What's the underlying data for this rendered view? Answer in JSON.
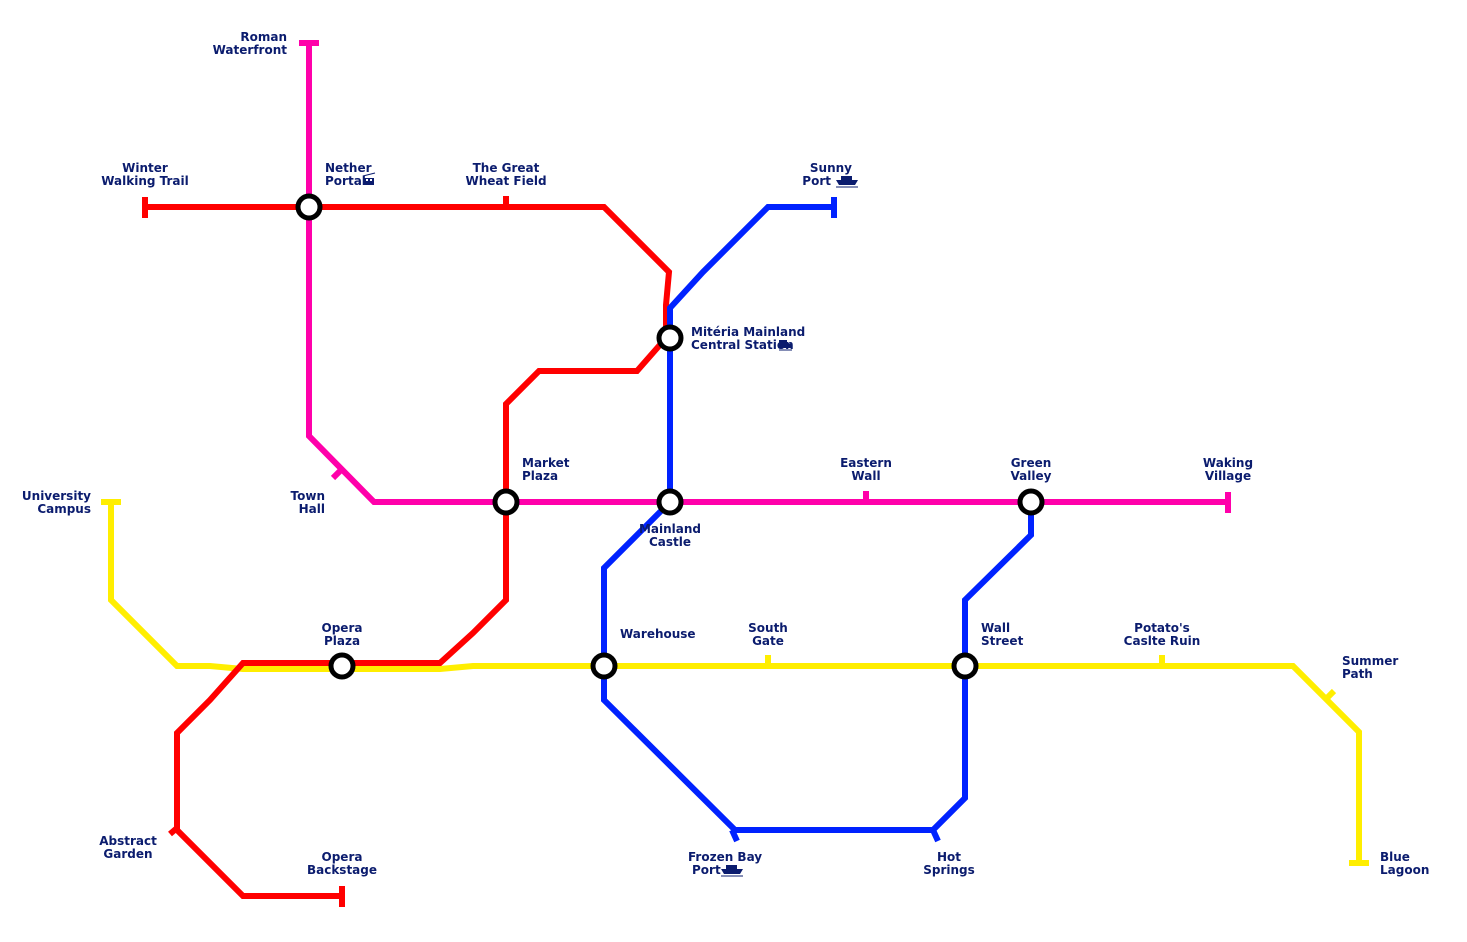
{
  "colors": {
    "red": "#ff0000",
    "magenta": "#ff00aa",
    "blue": "#0022ff",
    "yellow": "#ffee00",
    "text": "#0b1c6e"
  },
  "stations": {
    "roman_waterfront": [
      "Roman",
      "Waterfront"
    ],
    "winter_walking_trail": [
      "Winter",
      "Walking Trail"
    ],
    "nether_portal": [
      "Nether",
      "Portal"
    ],
    "great_wheat_field": [
      "The Great",
      "Wheat Field"
    ],
    "sunny_port": [
      "Sunny",
      "Port"
    ],
    "central_station": [
      "Mitéria Mainland",
      "Central Station"
    ],
    "university_campus": [
      "University",
      "Campus"
    ],
    "town_hall": [
      "Town",
      "Hall"
    ],
    "market_plaza": [
      "Market",
      "Plaza"
    ],
    "mainland_castle": [
      "Mainland",
      "Castle"
    ],
    "eastern_wall": [
      "Eastern",
      "Wall"
    ],
    "green_valley": [
      "Green",
      "Valley"
    ],
    "waking_village": [
      "Waking",
      "Village"
    ],
    "opera_plaza": [
      "Opera",
      "Plaza"
    ],
    "warehouse": [
      "Warehouse"
    ],
    "south_gate": [
      "South",
      "Gate"
    ],
    "wall_street": [
      "Wall",
      "Street"
    ],
    "potatos_castle_ruin": [
      "Potato's",
      "Caslte Ruin"
    ],
    "summer_path": [
      "Summer",
      "Path"
    ],
    "abstract_garden": [
      "Abstract",
      "Garden"
    ],
    "opera_backstage": [
      "Opera",
      "Backstage"
    ],
    "frozen_bay_port": [
      "Frozen Bay",
      "Port"
    ],
    "hot_springs": [
      "Hot",
      "Springs"
    ],
    "blue_lagoon": [
      "Blue",
      "Lagoon"
    ]
  },
  "icons": {
    "nether_portal": "cable-car-icon",
    "sunny_port": "ferry-icon",
    "central_station": "train-icon",
    "frozen_bay_port": "ferry-icon"
  }
}
